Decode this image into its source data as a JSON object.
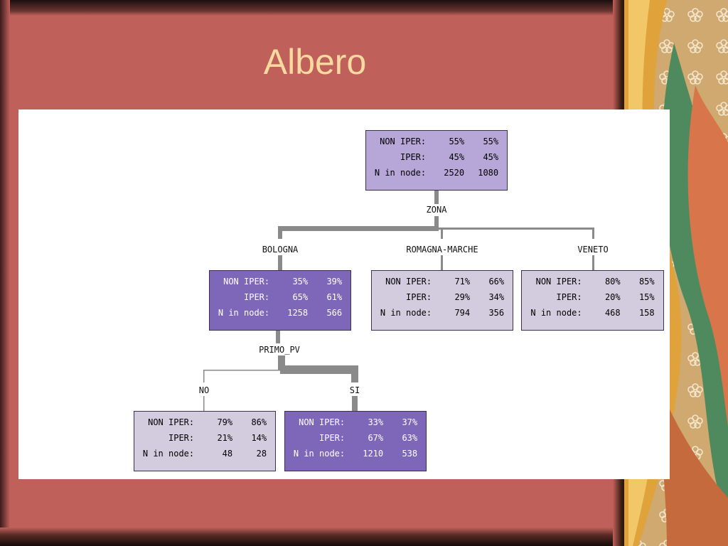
{
  "slide": {
    "title": "Albero"
  },
  "tree": {
    "row_labels": [
      "NON IPER:",
      "IPER:",
      "N in node:"
    ],
    "root": {
      "split_variable": "ZONA",
      "rows": [
        [
          "55%",
          "55%"
        ],
        [
          "45%",
          "45%"
        ],
        [
          "2520",
          "1080"
        ]
      ]
    },
    "zona_children": [
      {
        "branch": "BOLOGNA",
        "rows": [
          [
            "35%",
            "39%"
          ],
          [
            "65%",
            "61%"
          ],
          [
            "1258",
            "566"
          ]
        ],
        "split_variable": "PRIMO_PV"
      },
      {
        "branch": "ROMAGNA-MARCHE",
        "rows": [
          [
            "71%",
            "66%"
          ],
          [
            "29%",
            "34%"
          ],
          [
            "794",
            "356"
          ]
        ]
      },
      {
        "branch": "VENETO",
        "rows": [
          [
            "80%",
            "85%"
          ],
          [
            "20%",
            "15%"
          ],
          [
            "468",
            "158"
          ]
        ]
      }
    ],
    "primo_pv_children": [
      {
        "branch": "NO",
        "rows": [
          [
            "79%",
            "86%"
          ],
          [
            "21%",
            "14%"
          ],
          [
            "48",
            "28"
          ]
        ]
      },
      {
        "branch": "SI",
        "rows": [
          [
            "33%",
            "37%"
          ],
          [
            "67%",
            "63%"
          ],
          [
            "1210",
            "538"
          ]
        ]
      }
    ]
  },
  "colors": {
    "slide_background": "#c0605a",
    "title": "#f8d9a0",
    "node_light": "#d3ccdf",
    "node_mid": "#b7a6d8",
    "node_dark": "#7e67b8",
    "connector": "#8a8a8a"
  }
}
